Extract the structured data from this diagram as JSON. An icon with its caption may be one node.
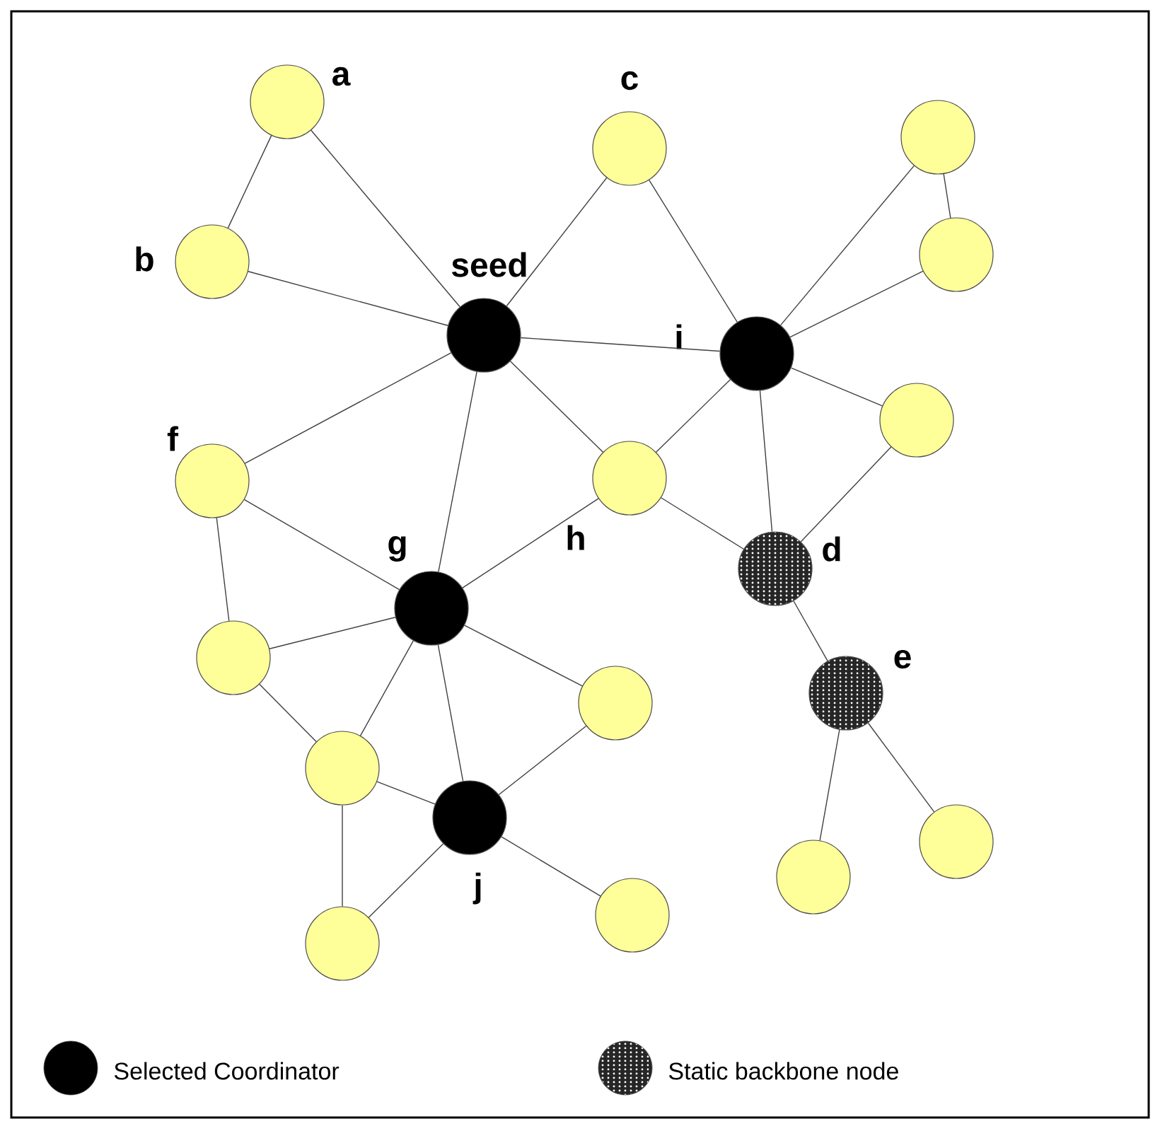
{
  "diagram": {
    "nodes": [
      {
        "text": [],
        "shape": "circle",
        "beside": [
          "a"
        ]
      },
      {
        "text": [],
        "shape": "circle",
        "beside": [
          "b"
        ]
      },
      {
        "text": [],
        "shape": "circle",
        "beside": [
          "c"
        ]
      },
      {
        "text": [],
        "shape": "circle",
        "beside": [
          "seed"
        ]
      },
      {
        "text": [],
        "shape": "circle"
      },
      {
        "text": [],
        "shape": "circle"
      },
      {
        "text": [],
        "shape": "circle",
        "beside": [
          "i"
        ]
      },
      {
        "text": [],
        "shape": "circle"
      },
      {
        "text": [],
        "shape": "circle",
        "beside": [
          "f"
        ]
      },
      {
        "text": [],
        "shape": "circle",
        "beside": [
          "h"
        ]
      },
      {
        "text": [],
        "shape": "circle",
        "beside": [
          "d"
        ]
      },
      {
        "text": [],
        "shape": "circle",
        "beside": [
          "g"
        ]
      },
      {
        "text": [],
        "shape": "circle"
      },
      {
        "text": [],
        "shape": "circle",
        "beside": [
          "e"
        ]
      },
      {
        "text": [],
        "shape": "circle"
      },
      {
        "text": [],
        "shape": "circle"
      },
      {
        "text": [],
        "shape": "circle",
        "beside": [
          "j"
        ]
      },
      {
        "text": [],
        "shape": "circle"
      },
      {
        "text": [],
        "shape": "circle"
      },
      {
        "text": [],
        "shape": "circle"
      },
      {
        "text": [],
        "shape": "circle"
      }
    ],
    "edges": [
      {
        "from": 0,
        "to": 1,
        "arrow": "none"
      },
      {
        "from": 0,
        "to": 3,
        "arrow": "none"
      },
      {
        "from": 1,
        "to": 3,
        "arrow": "none"
      },
      {
        "from": 2,
        "to": 3,
        "arrow": "none"
      },
      {
        "from": 2,
        "to": 6,
        "arrow": "none"
      },
      {
        "from": 3,
        "to": 6,
        "arrow": "none"
      },
      {
        "from": 3,
        "to": 8,
        "arrow": "none"
      },
      {
        "from": 3,
        "to": 11,
        "arrow": "none"
      },
      {
        "from": 3,
        "to": 9,
        "arrow": "none"
      },
      {
        "from": 4,
        "to": 6,
        "arrow": "none"
      },
      {
        "from": 4,
        "to": 5,
        "arrow": "none"
      },
      {
        "from": 5,
        "to": 6,
        "arrow": "none"
      },
      {
        "from": 6,
        "to": 9,
        "arrow": "none"
      },
      {
        "from": 6,
        "to": 10,
        "arrow": "none"
      },
      {
        "from": 6,
        "to": 7,
        "arrow": "none"
      },
      {
        "from": 7,
        "to": 10,
        "arrow": "none"
      },
      {
        "from": 9,
        "to": 10,
        "arrow": "none"
      },
      {
        "from": 9,
        "to": 11,
        "arrow": "none"
      },
      {
        "from": 8,
        "to": 11,
        "arrow": "none"
      },
      {
        "from": 8,
        "to": 12,
        "arrow": "none"
      },
      {
        "from": 12,
        "to": 11,
        "arrow": "none"
      },
      {
        "from": 11,
        "to": 15,
        "arrow": "none"
      },
      {
        "from": 11,
        "to": 16,
        "arrow": "none"
      },
      {
        "from": 11,
        "to": 14,
        "arrow": "none"
      },
      {
        "from": 12,
        "to": 15,
        "arrow": "none"
      },
      {
        "from": 15,
        "to": 16,
        "arrow": "none"
      },
      {
        "from": 15,
        "to": 19,
        "arrow": "none"
      },
      {
        "from": 14,
        "to": 16,
        "arrow": "none"
      },
      {
        "from": 19,
        "to": 16,
        "arrow": "none"
      },
      {
        "from": 16,
        "to": 20,
        "arrow": "none"
      },
      {
        "from": 10,
        "to": 13,
        "arrow": "none"
      },
      {
        "from": 13,
        "to": 17,
        "arrow": "none"
      },
      {
        "from": 13,
        "to": 18,
        "arrow": "none"
      }
    ],
    "legend": [
      {
        "text": "Selected Coordinator"
      },
      {
        "text": "Static backbone node"
      }
    ]
  }
}
